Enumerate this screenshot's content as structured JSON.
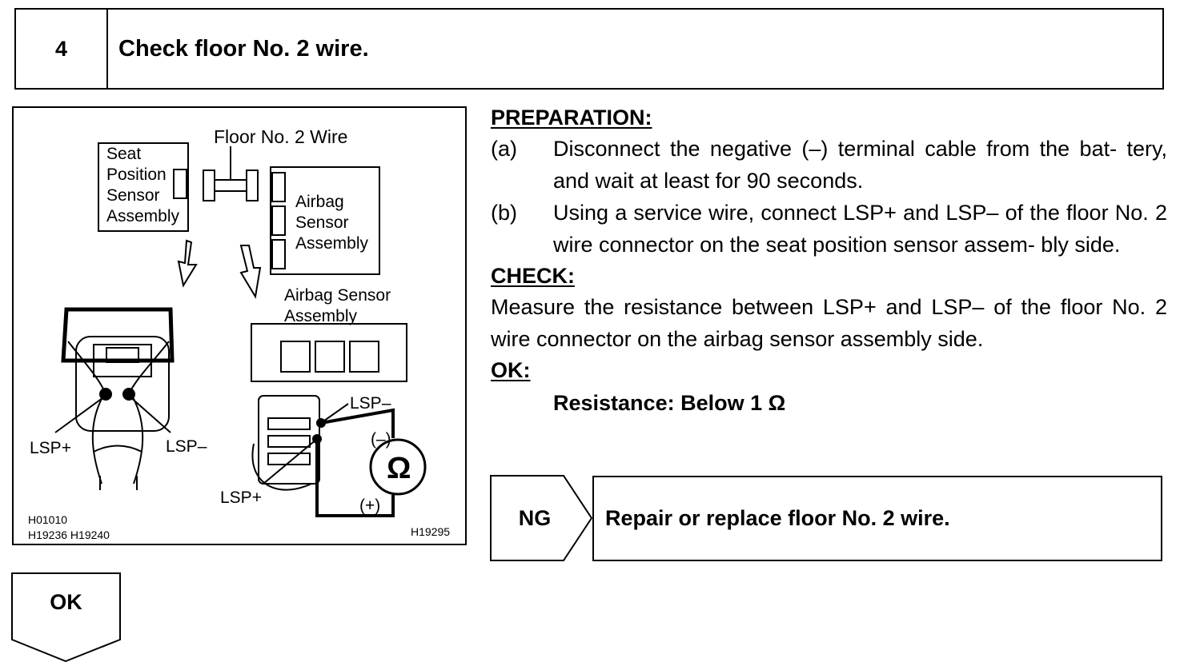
{
  "step": {
    "number": "4",
    "title": "Check floor No. 2 wire."
  },
  "figure": {
    "floor_wire_label": "Floor No. 2 Wire",
    "seat_sensor_lines": [
      "Seat",
      "Position",
      "Sensor",
      "Assembly"
    ],
    "airbag_sensor_lines": [
      "Airbag",
      "Sensor",
      "Assembly"
    ],
    "airbag_sensor_label_lines": [
      "Airbag Sensor",
      "Assembly"
    ],
    "lsp_plus_left": "LSP+",
    "lsp_minus_left": "LSP–",
    "lsp_minus_right": "LSP–",
    "lsp_plus_right": "LSP+",
    "minus_sign": "(–)",
    "plus_sign": "(+)",
    "ohm_symbol": "Ω",
    "code_1": "H01010",
    "code_2": "H19236 H19240",
    "code_3": "H19295"
  },
  "preparation": {
    "heading": "PREPARATION:",
    "items": [
      {
        "label": "(a)",
        "text": "Disconnect the negative (–) terminal cable from the bat- tery, and wait at least for 90 seconds."
      },
      {
        "label": "(b)",
        "text": "Using a service wire, connect LSP+ and LSP– of the floor No. 2 wire connector on the seat position sensor assem- bly side."
      }
    ]
  },
  "check": {
    "heading": "CHECK:",
    "text": "Measure the resistance between LSP+ and LSP– of the floor No. 2 wire connector on the airbag sensor assembly side."
  },
  "ok_spec": {
    "heading": "OK:",
    "text": "Resistance: Below 1 Ω"
  },
  "ng": {
    "label": "NG",
    "action": "Repair or replace floor No. 2 wire."
  },
  "ok_branch": {
    "label": "OK"
  }
}
